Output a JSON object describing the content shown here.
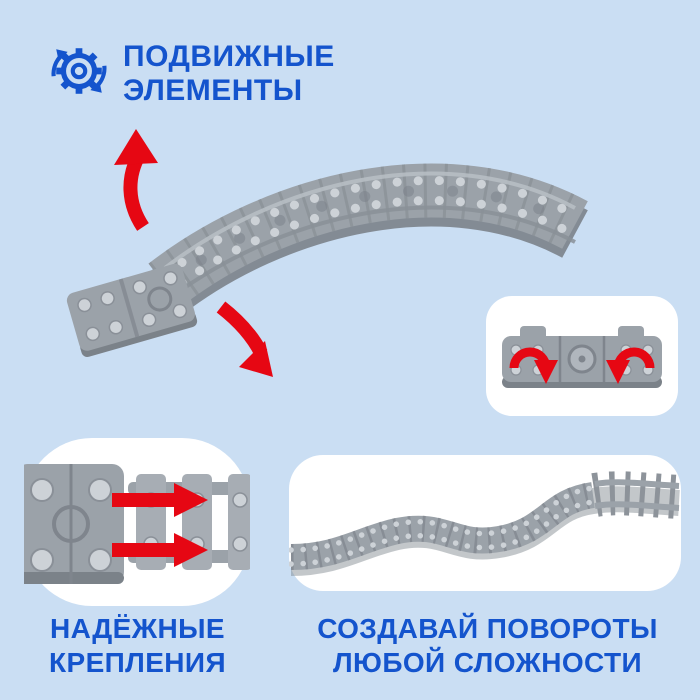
{
  "theme": {
    "background": "#cadef3",
    "accent_blue": "#1454cd",
    "arrow_red": "#e60713",
    "track_gray": "#9ba2a9",
    "track_dark": "#7b8289",
    "stud_light": "#cdd2d7",
    "sleeper_gray": "#a7adb4",
    "tie_gray": "#8d939a",
    "card_white": "#ffffff"
  },
  "header": {
    "line1": "ПОДВИЖНЫЕ",
    "line2": "ЭЛЕМЕНТЫ"
  },
  "features": [
    {
      "id": "secure-mounts",
      "line1": "НАДЁЖНЫЕ",
      "line2": "КРЕПЛЕНИЯ"
    },
    {
      "id": "any-turns",
      "line1": "СОЗДАВАЙ ПОВОРОТЫ",
      "line2": "ЛЮБОЙ СЛОЖНОСТИ"
    }
  ],
  "icons": {
    "gear_motion_icon": "⚙↻",
    "up_arrow_icon": "⤴",
    "down_arrow_icon": "⤵",
    "rotate_left_icon": "↺",
    "rotate_right_icon": "↻",
    "insert_arrow_icon": "➜"
  }
}
